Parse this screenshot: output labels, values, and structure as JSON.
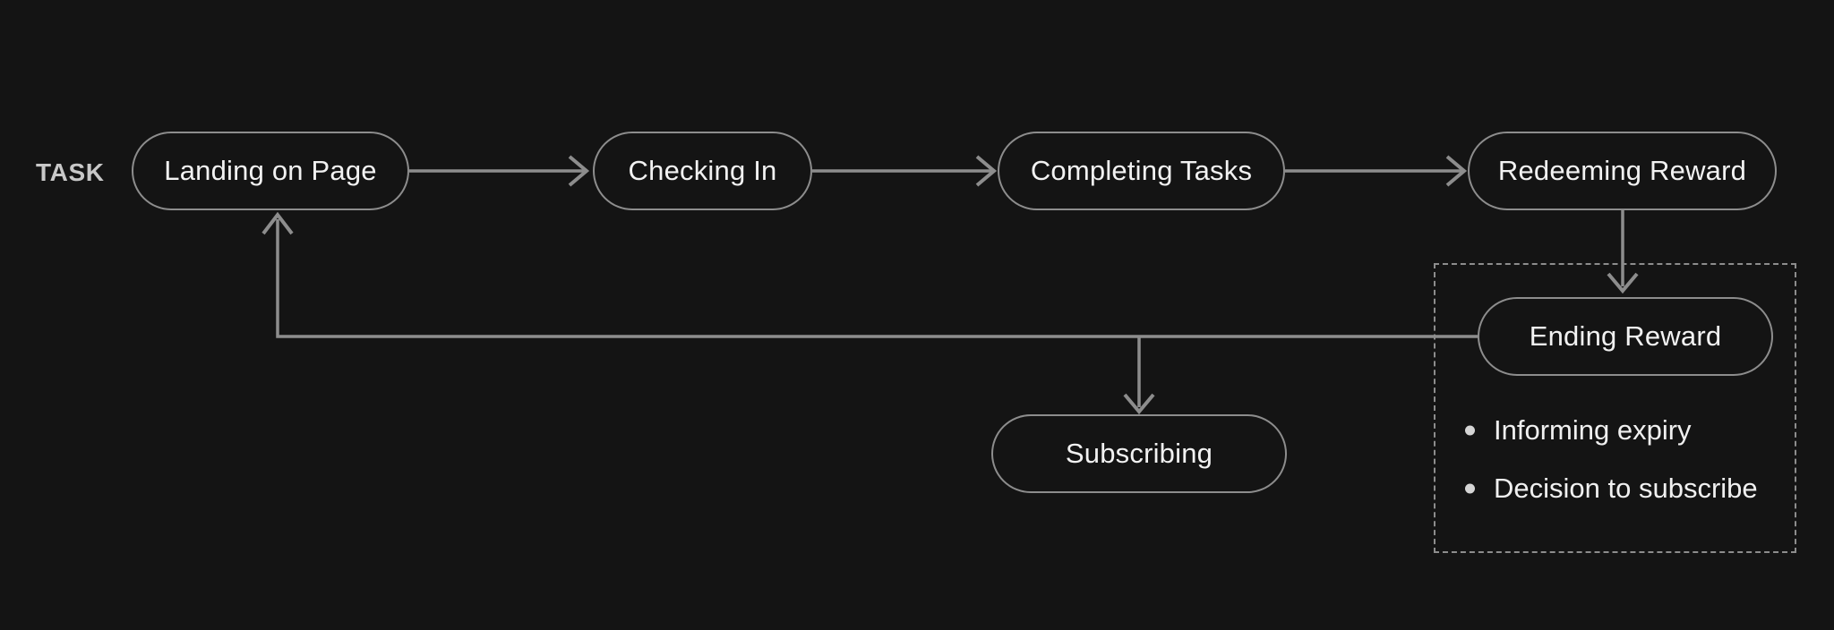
{
  "diagram": {
    "background_color": "#141414",
    "line_color": "#8d8d8d",
    "node_text_color": "#f2f2f2",
    "section_label": "TASK",
    "nodes": [
      {
        "id": "landing",
        "label": "Landing on Page"
      },
      {
        "id": "checkin",
        "label": "Checking In"
      },
      {
        "id": "tasks",
        "label": "Completing Tasks"
      },
      {
        "id": "redeeming",
        "label": "Redeeming Reward"
      },
      {
        "id": "ending",
        "label": "Ending Reward"
      },
      {
        "id": "subscribing",
        "label": "Subscribing"
      }
    ],
    "group": {
      "id": "ending-reward-group",
      "bullets": [
        "Informing expiry",
        "Decision to subscribe"
      ]
    },
    "edges": [
      {
        "from": "landing",
        "to": "checkin",
        "style": "arrow"
      },
      {
        "from": "checkin",
        "to": "tasks",
        "style": "arrow"
      },
      {
        "from": "tasks",
        "to": "redeeming",
        "style": "arrow"
      },
      {
        "from": "redeeming",
        "to": "ending",
        "style": "arrow"
      },
      {
        "from": "ending",
        "to": "landing",
        "style": "feedback-arrow"
      },
      {
        "from": "ending",
        "to": "subscribing",
        "style": "branch-arrow"
      }
    ]
  }
}
